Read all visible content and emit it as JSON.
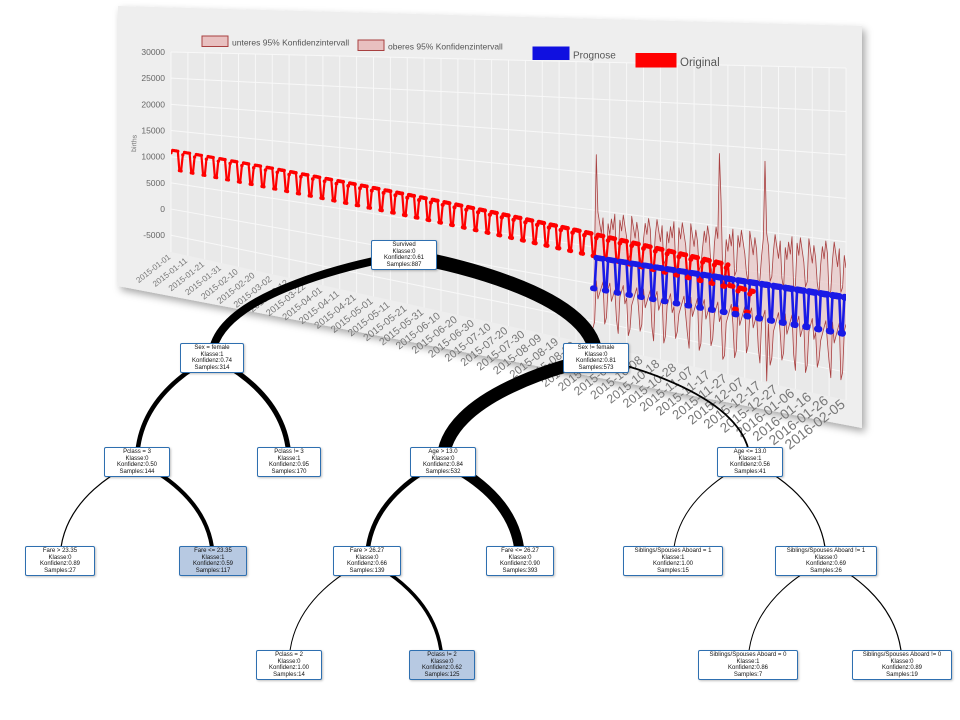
{
  "chart": {
    "ylabel": "births",
    "y_ticks": [
      "30000",
      "25000",
      "20000",
      "15000",
      "10000",
      "5000",
      "0",
      "-5000"
    ],
    "x_ticks": [
      "2015-01-01",
      "2015-01-11",
      "2015-01-21",
      "2015-01-31",
      "2015-02-10",
      "2015-02-20",
      "2015-03-02",
      "2015-03-12",
      "2015-03-22",
      "2015-04-01",
      "2015-04-11",
      "2015-04-21",
      "2015-05-01",
      "2015-05-11",
      "2015-05-21",
      "2015-05-31",
      "2015-06-10",
      "2015-06-20",
      "2015-06-30",
      "2015-07-10",
      "2015-07-20",
      "2015-07-30",
      "2015-08-09",
      "2015-08-19",
      "2015-08-29",
      "2015-09-08",
      "2015-09-18",
      "2015-09-28",
      "2015-10-08",
      "2015-10-18",
      "2015-10-28",
      "2015-11-07",
      "2015-11-17",
      "2015-11-27",
      "2015-12-07",
      "2015-12-17",
      "2015-12-27",
      "2016-01-06",
      "2016-01-16",
      "2016-01-26",
      "2016-02-05"
    ],
    "legend": [
      {
        "label": "unteres 95% Konfidenzintervall",
        "fill": "#e8c0c0",
        "stroke": "#a84040"
      },
      {
        "label": "oberes 95% Konfidenzintervall",
        "fill": "#e8c0c0",
        "stroke": "#a84040"
      },
      {
        "label": "Prognose",
        "fill": "#1010e0",
        "stroke": "#1010e0"
      },
      {
        "label": "Original",
        "fill": "#ff0000",
        "stroke": "#ff0000"
      }
    ],
    "colors": {
      "original": "#ff0000",
      "forecast": "#1a1ae6",
      "ci": "#a84040",
      "ci_fill": "#e8c8c8",
      "plot_bg": "#ebebeb",
      "grid": "#f8f8f8"
    }
  },
  "chart_data": {
    "type": "line",
    "ylabel": "births",
    "ylim": [
      -5000,
      30000
    ],
    "series": [
      {
        "name": "unteres 95% Konfidenzintervall",
        "summary": "weekly cycle, approx. -5000 to 3000, Sep 2015 - Feb 2016"
      },
      {
        "name": "oberes 95% Konfidenzintervall",
        "summary": "weekly cycle, approx. 5000 to 14000, peaks near 18000-19000 in Nov/Dec 2015"
      },
      {
        "name": "Prognose",
        "summary": "weekly cycle, approx. 0 to 5000, Sep 2015 - Feb 2016"
      },
      {
        "name": "Original",
        "summary": "weekly cycle, approx. 6000 to 12000 in early 2015, declining to about 0-5000 by Dec 2015"
      }
    ]
  },
  "tree": {
    "nodes": [
      {
        "id": "root",
        "lines": [
          "Survived",
          "Klasse:0",
          "Konfidenz:0.61",
          "Samples:887"
        ]
      },
      {
        "id": "n_sex_f",
        "lines": [
          "Sex = female",
          "Klasse:1",
          "Konfidenz:0.74",
          "Samples:314"
        ]
      },
      {
        "id": "n_sex_m",
        "lines": [
          "Sex != female",
          "Klasse:0",
          "Konfidenz:0.81",
          "Samples:573"
        ]
      },
      {
        "id": "n_pc3",
        "lines": [
          "Pclass = 3",
          "Klasse:0",
          "Konfidenz:0.50",
          "Samples:144"
        ]
      },
      {
        "id": "n_pcn3",
        "lines": [
          "Pclass != 3",
          "Klasse:1",
          "Konfidenz:0.95",
          "Samples:170"
        ]
      },
      {
        "id": "n_age_gt",
        "lines": [
          "Age > 13.0",
          "Klasse:0",
          "Konfidenz:0.84",
          "Samples:532"
        ]
      },
      {
        "id": "n_age_le",
        "lines": [
          "Age <= 13.0",
          "Klasse:1",
          "Konfidenz:0.56",
          "Samples:41"
        ]
      },
      {
        "id": "n_fare_gt1",
        "lines": [
          "Fare > 23.35",
          "Klasse:0",
          "Konfidenz:0.89",
          "Samples:27"
        ]
      },
      {
        "id": "n_fare_le1",
        "lines": [
          "Fare <= 23.35",
          "Klasse:1",
          "Konfidenz:0.59",
          "Samples:117"
        ]
      },
      {
        "id": "n_fare_gt2",
        "lines": [
          "Fare > 26.27",
          "Klasse:0",
          "Konfidenz:0.66",
          "Samples:139"
        ]
      },
      {
        "id": "n_fare_le2",
        "lines": [
          "Fare <= 26.27",
          "Klasse:0",
          "Konfidenz:0.90",
          "Samples:393"
        ]
      },
      {
        "id": "n_sib1",
        "lines": [
          "Siblings/Spouses Aboard = 1",
          "Klasse:1",
          "Konfidenz:1.00",
          "Samples:15"
        ]
      },
      {
        "id": "n_sibn1",
        "lines": [
          "Siblings/Spouses Aboard != 1",
          "Klasse:0",
          "Konfidenz:0.69",
          "Samples:26"
        ]
      },
      {
        "id": "n_pc2",
        "lines": [
          "Pclass = 2",
          "Klasse:0",
          "Konfidenz:1.00",
          "Samples:14"
        ]
      },
      {
        "id": "n_pcn2",
        "lines": [
          "Pclass != 2",
          "Klasse:0",
          "Konfidenz:0.62",
          "Samples:125"
        ]
      },
      {
        "id": "n_sib0",
        "lines": [
          "Siblings/Spouses Aboard = 0",
          "Klasse:1",
          "Konfidenz:0.86",
          "Samples:7"
        ]
      },
      {
        "id": "n_sibn0",
        "lines": [
          "Siblings/Spouses Aboard != 0",
          "Klasse:0",
          "Konfidenz:0.89",
          "Samples:19"
        ]
      }
    ],
    "highlighted": [
      "n_fare_le1",
      "n_pcn2"
    ]
  }
}
